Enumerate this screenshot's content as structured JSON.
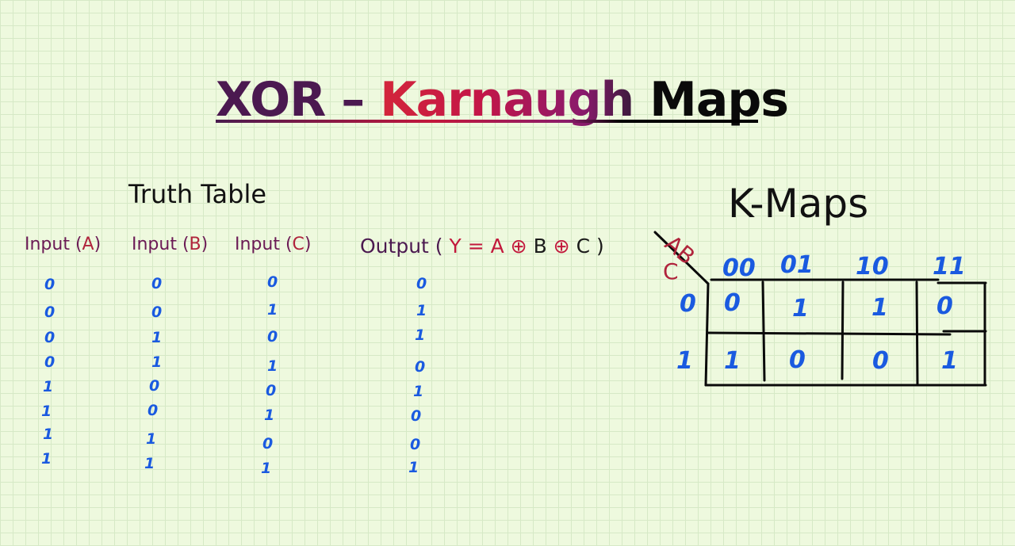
{
  "title": {
    "part1": "XOR – ",
    "part2": "Karnaugh",
    "part3": " Maps"
  },
  "truth_table": {
    "heading": "Truth Table",
    "headers": {
      "a_prefix": "Input (",
      "a_var": "A",
      "a_suffix": ")",
      "b_prefix": "Input (",
      "b_var": "B",
      "b_suffix": ")",
      "c_prefix": "Input (",
      "c_var": "C",
      "c_suffix": ")",
      "out_prefix": "Output ( ",
      "out_y": "Y = A",
      "out_xor1": " ⊕ ",
      "out_b": "B",
      "out_xor2": " ⊕ ",
      "out_c": "C )"
    },
    "col_a": [
      "0",
      "0",
      "0",
      "0",
      "1",
      "1",
      "1",
      "1"
    ],
    "col_b": [
      "0",
      "0",
      "1",
      "1",
      "0",
      "0",
      "1",
      "1"
    ],
    "col_c": [
      "0",
      "1",
      "0",
      "1",
      "0",
      "1",
      "0",
      "1"
    ],
    "col_y": [
      "0",
      "1",
      "1",
      "0",
      "1",
      "0",
      "0",
      "1"
    ]
  },
  "kmap": {
    "heading": "K-Maps",
    "row_var": "C",
    "col_var": "AB",
    "col_labels": [
      "00",
      "01",
      "10",
      "11"
    ],
    "row_labels": [
      "0",
      "1"
    ],
    "row0": [
      "0",
      "1",
      "1",
      "0"
    ],
    "row1": [
      "1",
      "0",
      "0",
      "1"
    ]
  },
  "colors": {
    "value_blue": "#1a5ae0",
    "accent_red": "#c2183c",
    "accent_purple": "#4b1950"
  }
}
